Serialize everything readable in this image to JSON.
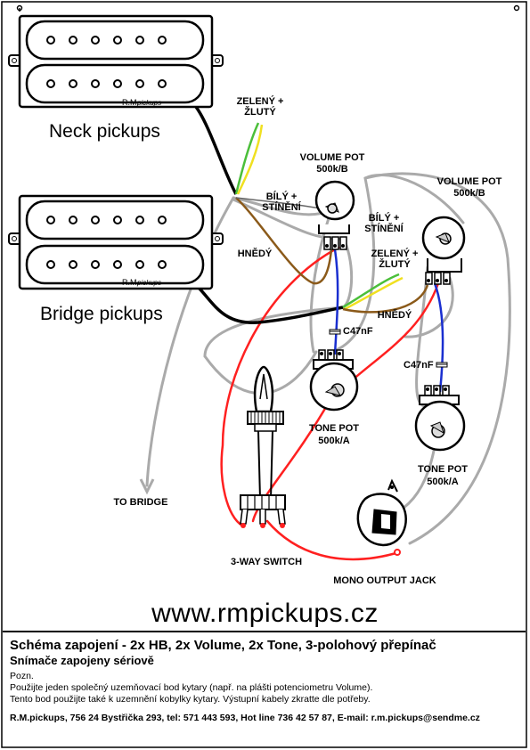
{
  "neck_pickup": {
    "title": "Neck pickups",
    "brand": "R.M.",
    "brand_script": "pickups"
  },
  "bridge_pickup": {
    "title": "Bridge pickups",
    "brand": "R.M.",
    "brand_script": "pickups"
  },
  "labels": {
    "neck_zeleny_zluty": [
      "ZELENÝ +",
      "ŽLUTÝ"
    ],
    "neck_bily_stineni": [
      "BÍLÝ +",
      "STÍNĚNÍ"
    ],
    "neck_hnedy": "HNĚDÝ",
    "bridge_bily_stineni": [
      "BÍLÝ +",
      "STÍNĚNÍ"
    ],
    "bridge_zeleny_zluty": [
      "ZELENÝ +",
      "ŽLUTÝ"
    ],
    "bridge_hnedy": "HNĚDÝ",
    "volume_pot_1": [
      "VOLUME POT",
      "500k/B"
    ],
    "volume_pot_2": [
      "VOLUME POT",
      "500k/B"
    ],
    "tone_pot_1": [
      "TONE POT",
      "500k/A"
    ],
    "tone_pot_2": [
      "TONE POT",
      "500k/A"
    ],
    "cap_1": "C47nF",
    "cap_2": "C47nF",
    "to_bridge": "TO BRIDGE",
    "switch": "3-WAY SWITCH",
    "jack": "MONO OUTPUT JACK"
  },
  "url": "www.rmpickups.cz",
  "footer": {
    "title": "Schéma zapojení - 2x HB, 2x Volume, 2x Tone, 3-polohový přepínač",
    "subtitle": "Snímače zapojeny sériově",
    "note_heading": "Pozn.",
    "note_line1": "Použijte jeden společný uzemňovací bod kytary (např. na plášti potenciometru Volume).",
    "note_line2": "Tento bod použijte také k uzemnění kobylky kytary. Výstupní kabely zkratte dle potřeby.",
    "contact": "R.M.pickups, 756 24 Bystřička 293, tel: 571 443 593, Hot line 736 42 57 87, E-mail: r.m.pickups@sendme.cz"
  },
  "colors": {
    "wire_red": "#ff2020",
    "wire_gray": "#aaaaaa",
    "wire_brown": "#8b5a1a",
    "wire_blue": "#1a2fd0",
    "wire_green": "#4bbf3a",
    "wire_yellow": "#f0e020",
    "outline": "#000000"
  }
}
